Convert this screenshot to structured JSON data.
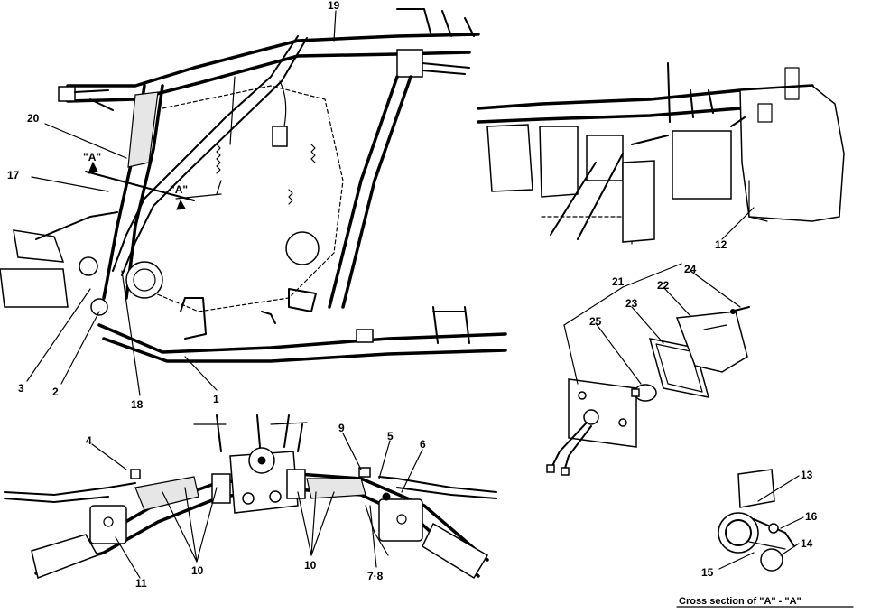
{
  "callouts": {
    "c1": "1",
    "c2": "2",
    "c3": "3",
    "c4": "4",
    "c5": "5",
    "c6": "6",
    "c78": "7·8",
    "c9": "9",
    "c10a": "10",
    "c10b": "10",
    "c11": "11",
    "c12": "12",
    "c13": "13",
    "c14": "14",
    "c15": "15",
    "c16": "16",
    "c17": "17",
    "c18": "18",
    "c19": "19",
    "c20": "20",
    "c21": "21",
    "c22": "22",
    "c23": "23",
    "c24": "24",
    "c25": "25"
  },
  "section_markers": {
    "a_upper": "\"A\"",
    "a_lower": "\"A\""
  },
  "caption": "Cross section of \"A\" - \"A\""
}
